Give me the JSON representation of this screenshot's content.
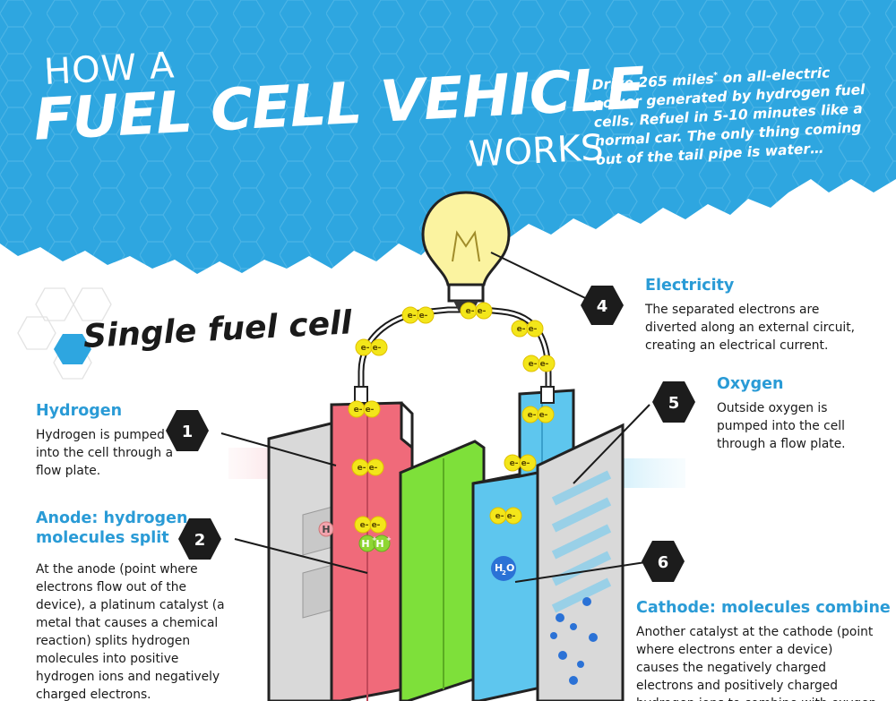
{
  "header": {
    "title_how": "HOW A",
    "title_main": "FUEL CELL VEHICLE",
    "title_works": "WORKS",
    "intro_pre": "Drive 265 miles",
    "intro_mark": "*",
    "intro_post": " on all-electric power generated by hydrogen fuel cells. Refuel in 5-10 minutes like a normal car. The only thing coming out of the tail pipe is water…"
  },
  "section_title": "Single fuel cell",
  "steps": [
    {
      "number": "1",
      "label": "Hydrogen",
      "desc": "Hydrogen is pumped into the cell through a flow plate."
    },
    {
      "number": "2",
      "label": "Anode: hydrogen molecules split",
      "desc": "At the anode (point where electrons flow out of the device), a platinum catalyst (a metal that causes a chemical reaction) splits hydrogen molecules into positive hydrogen ions and negatively charged electrons."
    },
    {
      "number": "4",
      "label": "Electricity",
      "desc": "The separated electrons are diverted along an external circuit, creating an electrical current."
    },
    {
      "number": "5",
      "label": "Oxygen",
      "desc": "Outside oxygen is pumped into the cell through a flow plate."
    },
    {
      "number": "6",
      "label": "Cathode: molecules combine",
      "desc": "Another catalyst at the cathode (point where electrons enter a device) causes the negatively charged electrons and positively charged hydrogen ions to combine with oxygen to form water."
    }
  ],
  "particles": {
    "electron": "e- e-",
    "hydrogen_atom": "H",
    "ion_mark": "+",
    "water_h": "H",
    "water_sub": "2",
    "water_o": "O"
  },
  "colors": {
    "sky_blue": "#2ea6e0",
    "label_blue": "#2a9bd6",
    "hex_dark": "#1c1c1c",
    "anode_red": "#f06a7a",
    "membrane_green": "#7ee03a",
    "cathode_blue": "#5ec6ee",
    "plate_grey": "#d9d9d9",
    "electron_yellow": "#f3e61a",
    "bulb_yellow": "#fbf3a0"
  }
}
